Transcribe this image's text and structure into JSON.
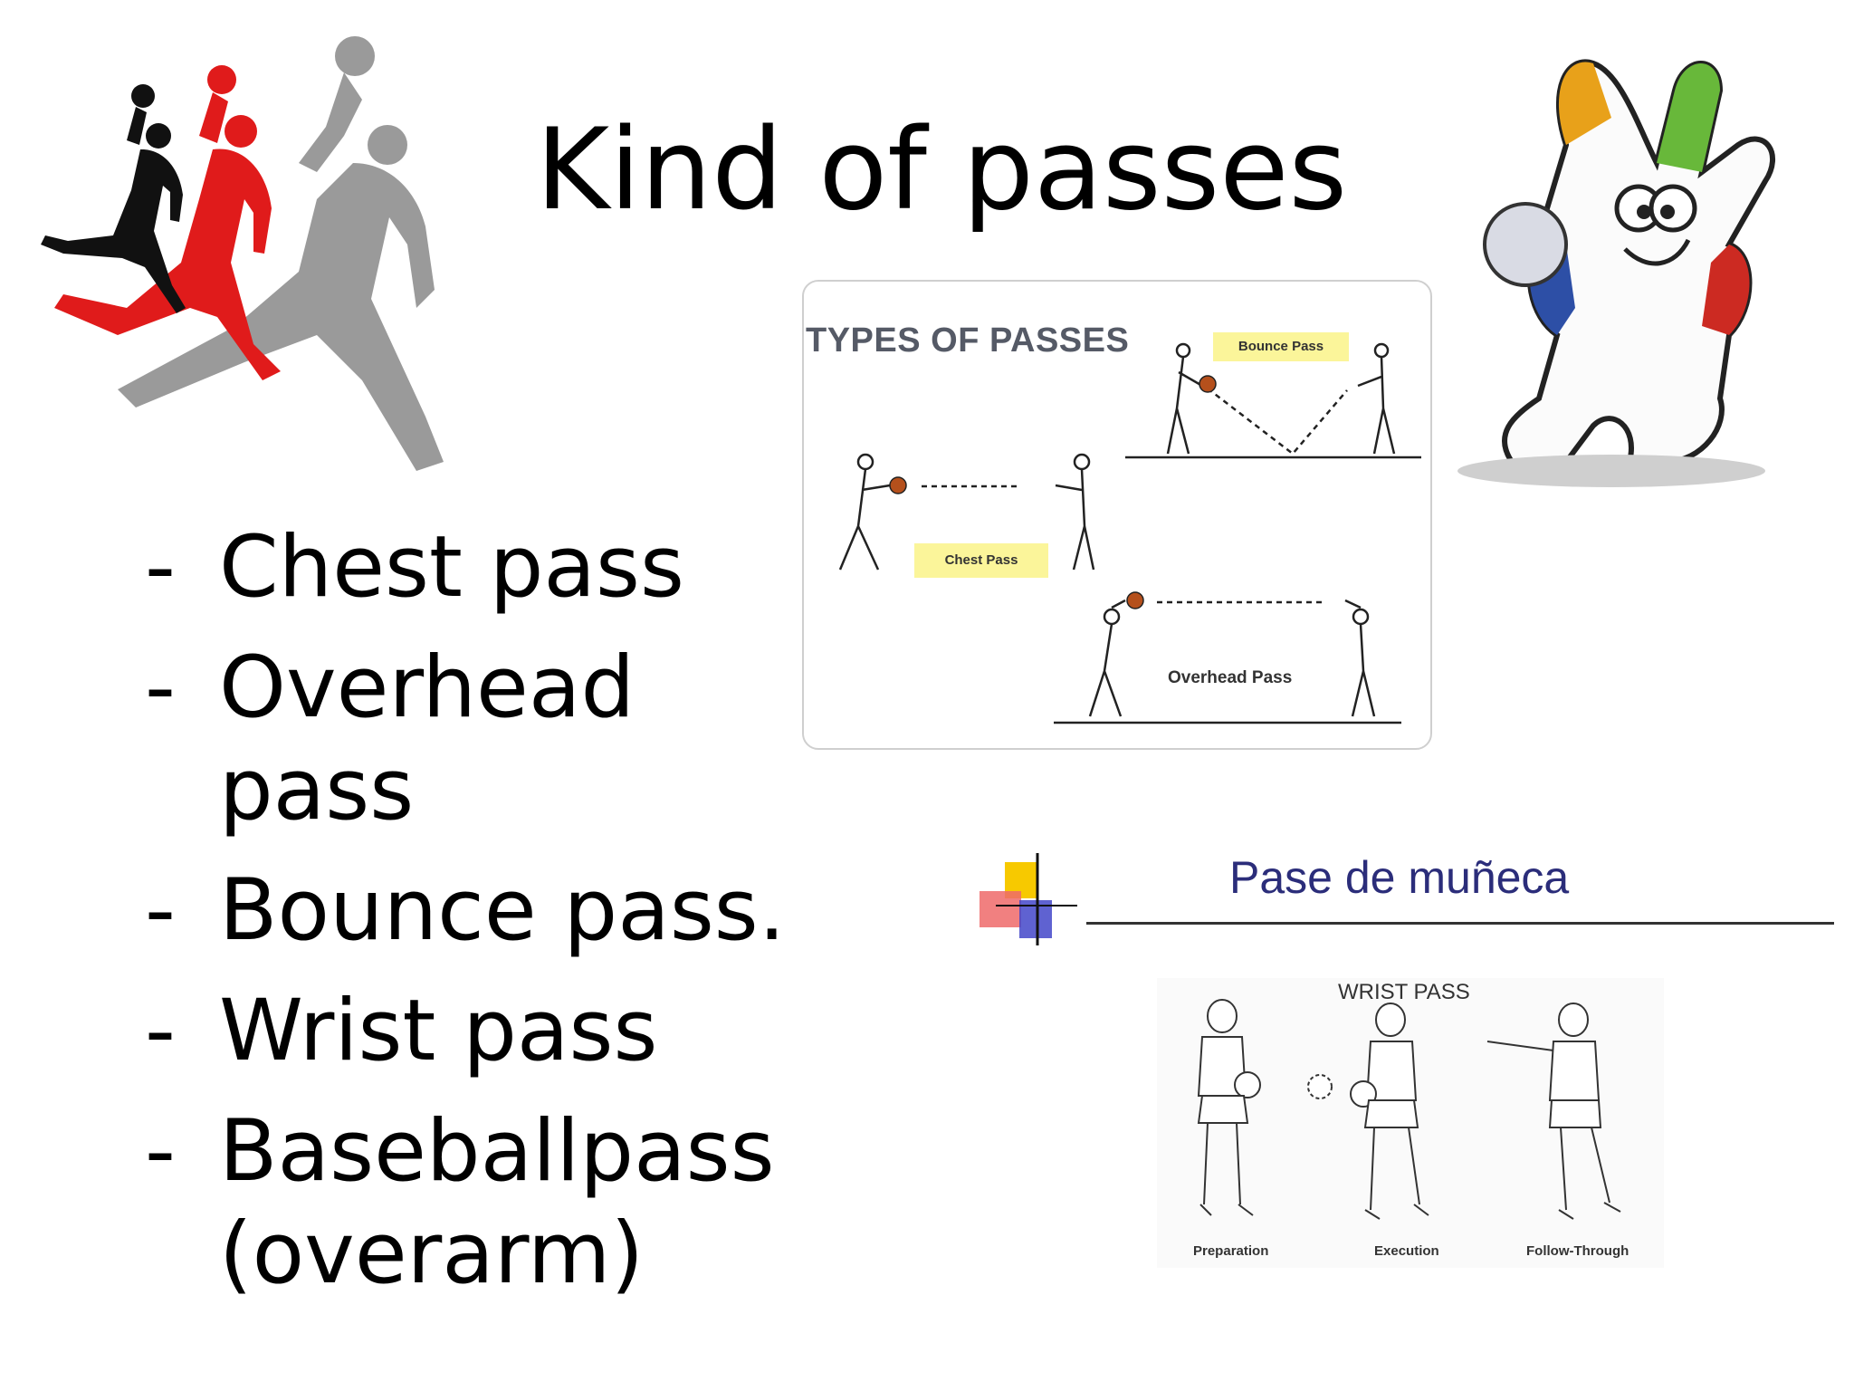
{
  "slide": {
    "title": "Kind of passes",
    "bullets": [
      {
        "dash": "-",
        "text": "Chest pass"
      },
      {
        "dash": "-",
        "text": "Overhead pass"
      },
      {
        "dash": "-",
        "text": "Bounce pass."
      },
      {
        "dash": "-",
        "text": "Wrist pass"
      },
      {
        "dash": "-",
        "text": "Baseballpass (overarm)"
      }
    ]
  },
  "passes_diagram": {
    "heading": "TYPES OF PASSES",
    "bounce_label": "Bounce Pass",
    "chest_label": "Chest Pass",
    "overhead_label": "Overhead Pass"
  },
  "wrist_section": {
    "title": "Pase de muñeca",
    "figure_title": "WRIST PASS",
    "phases": [
      "Preparation",
      "Execution",
      "Follow-Through"
    ]
  },
  "colors": {
    "silhouette_black": "#111111",
    "silhouette_red": "#e01b1b",
    "silhouette_gray": "#9a9a9a",
    "heading_blue": "#2b2d7a",
    "tag_yellow": "#fbf59a"
  }
}
